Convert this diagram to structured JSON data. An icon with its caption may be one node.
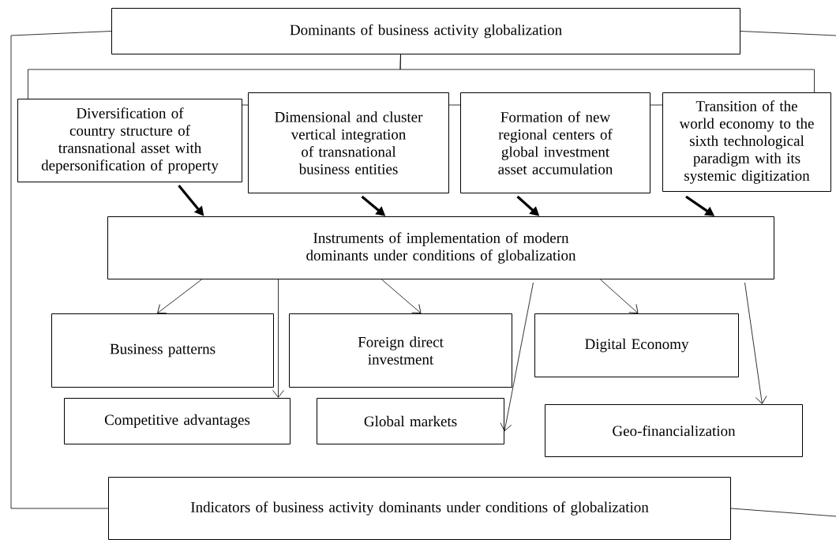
{
  "diagram": {
    "nodes": [
      {
        "text": [
          "Dominants of business activity globalization"
        ]
      },
      {
        "text": [
          "Diversification of country structure of transnational asset with depersonification of property"
        ]
      },
      {
        "text": [
          "Dimensional and cluster vertical integration of transnational business entities"
        ]
      },
      {
        "text": [
          "Formation of new regional centers of global investment asset accumulation"
        ]
      },
      {
        "text": [
          "Transition of the world economy to the sixth technological paradigm with its systemic digitization"
        ]
      },
      {
        "text": [
          "Instruments of implementation of modern dominants under conditions of globalization"
        ]
      },
      {
        "text": [
          "Business patterns"
        ]
      },
      {
        "text": [
          "Foreign direct investment"
        ]
      },
      {
        "text": [
          "Digital Economy"
        ]
      },
      {
        "text": [
          "Competitive advantages"
        ]
      },
      {
        "text": [
          "Global markets"
        ]
      },
      {
        "text": [
          "Geo-financialization"
        ]
      },
      {
        "text": [
          "Indicators of business activity dominants under conditions of globalization"
        ]
      }
    ],
    "edges": [
      {
        "from": 0,
        "to": 1,
        "arrow": "none"
      },
      {
        "from": 0,
        "to": 4,
        "arrow": "none"
      },
      {
        "from": 1,
        "to": 2,
        "arrow": "none"
      },
      {
        "from": 2,
        "to": 3,
        "arrow": "none"
      },
      {
        "from": 3,
        "to": 4,
        "arrow": "none"
      },
      {
        "from": 1,
        "to": 5,
        "arrow": "to",
        "style": "thick"
      },
      {
        "from": 2,
        "to": 5,
        "arrow": "to",
        "style": "thick"
      },
      {
        "from": 3,
        "to": 5,
        "arrow": "to",
        "style": "thick"
      },
      {
        "from": 4,
        "to": 5,
        "arrow": "to",
        "style": "thick"
      },
      {
        "from": 5,
        "to": 6,
        "arrow": "to"
      },
      {
        "from": 5,
        "to": 7,
        "arrow": "to"
      },
      {
        "from": 5,
        "to": 8,
        "arrow": "to"
      },
      {
        "from": 5,
        "to": 9,
        "arrow": "to"
      },
      {
        "from": 5,
        "to": 10,
        "arrow": "to"
      },
      {
        "from": 5,
        "to": 11,
        "arrow": "to"
      },
      {
        "from": 0,
        "to": 12,
        "arrow": "none"
      },
      {
        "from": 0,
        "to": null,
        "arrow": "none"
      },
      {
        "from": 12,
        "to": null,
        "arrow": "none"
      }
    ]
  }
}
